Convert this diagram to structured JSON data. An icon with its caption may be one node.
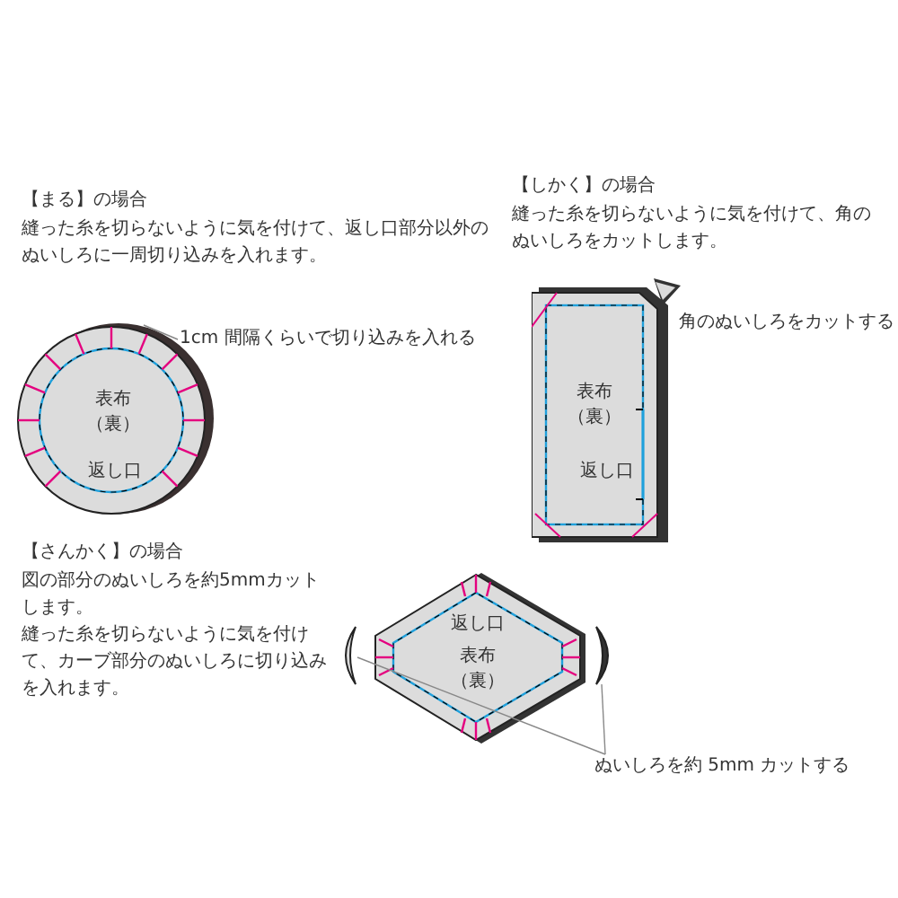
{
  "diagram": {
    "nodes": [
      {
        "text": [
          "表布（裏）",
          "返し口"
        ]
      },
      {
        "text": [
          "1cm 間隔くらいで切り込みを入れる"
        ]
      },
      {
        "text": [
          "表布（裏）",
          "返し口"
        ]
      },
      {
        "text": [
          "返し口",
          "表布（裏）"
        ]
      },
      {
        "text": [],
        "shape": "picture"
      },
      {
        "text": [],
        "shape": "picture"
      },
      {
        "text": [
          "ぬいしろを約 5mm カットする"
        ]
      }
    ],
    "edges": [
      {
        "from": 1,
        "to": 0,
        "arrow": "none"
      },
      {
        "from": 6,
        "to": 4,
        "arrow": "none"
      },
      {
        "from": 6,
        "to": 5,
        "arrow": "none"
      }
    ],
    "labels": [
      "【まる】の場合",
      "縫った糸を切らないように気を付けて、返し口部分以外のぬいしろに一周切り込みを入れます。",
      "【しかく】の場合",
      "縫った糸を切らないように気を付けて、角のぬいしろをカットします。",
      "角のぬいしろをカットする",
      "【さんかく】の場合",
      "図の部分のぬいしろを約5mmカットします。",
      "縫った糸を切らないように気を付けて、カーブ部分のぬいしろに切り込みを入れます。"
    ]
  }
}
